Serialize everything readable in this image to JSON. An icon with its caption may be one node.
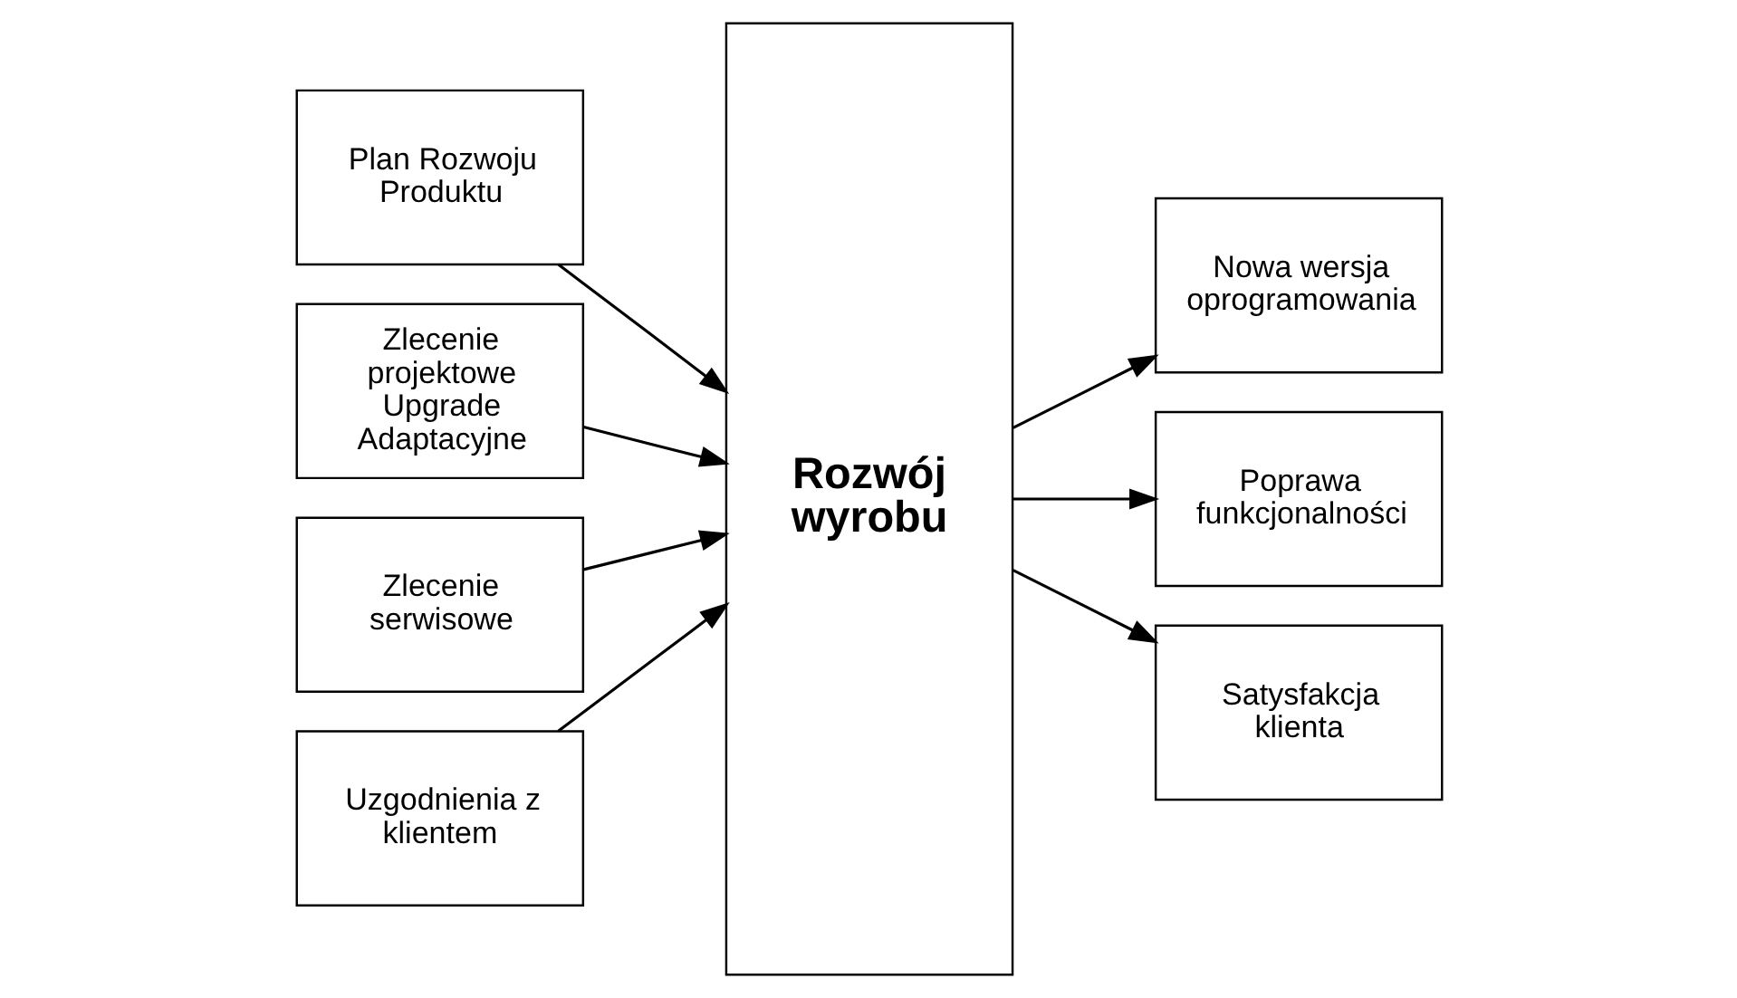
{
  "diagram": {
    "nodes": [
      {
        "text": [
          "Plan Rozwoju Produktu"
        ]
      },
      {
        "text": [
          "Zlecenie projektowe Upgrade Adaptacyjne"
        ]
      },
      {
        "text": [
          "Zlecenie serwisowe"
        ]
      },
      {
        "text": [
          "Uzgodnienia z klientem"
        ]
      },
      {
        "text": [
          "Rozwój wyrobu"
        ]
      },
      {
        "text": [
          "Nowa wersja oprogramowania"
        ]
      },
      {
        "text": [
          "Poprawa funkcjonalności"
        ]
      },
      {
        "text": [
          "Satysfakcja klienta"
        ]
      }
    ],
    "edges": [
      {
        "from": 0,
        "to": 4,
        "arrow": "to"
      },
      {
        "from": 1,
        "to": 4,
        "arrow": "to"
      },
      {
        "from": 2,
        "to": 4,
        "arrow": "to"
      },
      {
        "from": 3,
        "to": 4,
        "arrow": "to"
      },
      {
        "from": 4,
        "to": 5,
        "arrow": "to"
      },
      {
        "from": 4,
        "to": 6,
        "arrow": "to"
      },
      {
        "from": 4,
        "to": 7,
        "arrow": "to"
      }
    ]
  }
}
